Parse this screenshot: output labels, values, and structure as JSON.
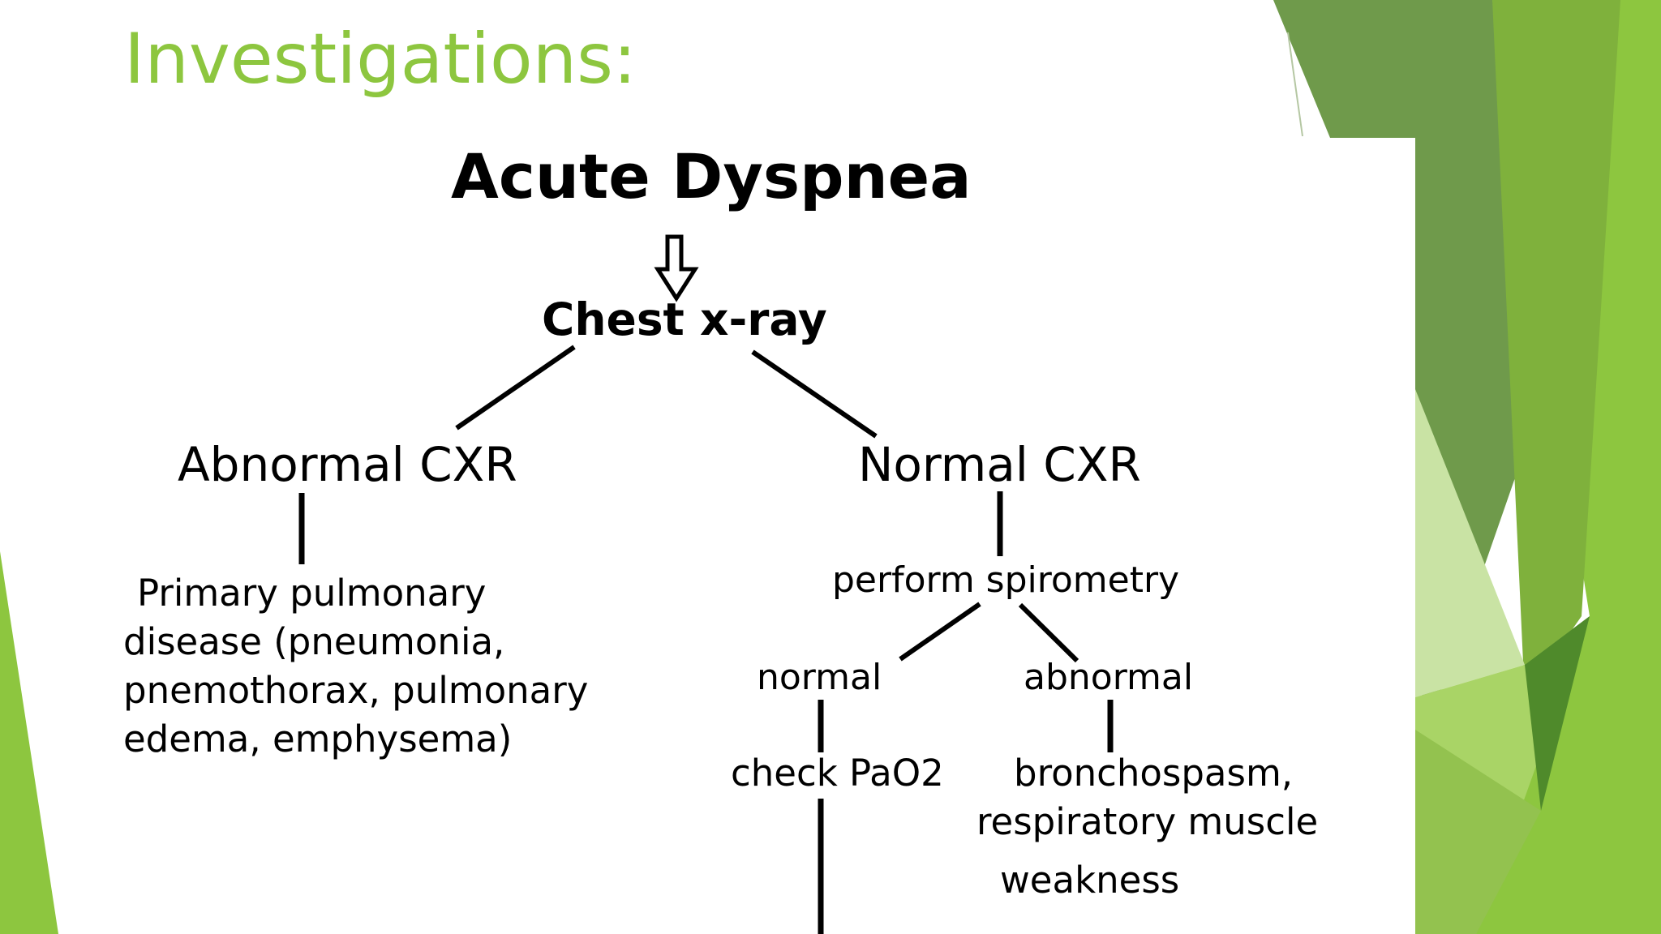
{
  "slide": {
    "title": "Investigations:",
    "title_color": "#8dc63f",
    "accent_colors": [
      "#6e9b49",
      "#8dc63f",
      "#a9d466",
      "#c9e3a4",
      "#4f8a2b"
    ]
  },
  "diagram": {
    "root": "Acute Dyspnea",
    "chest_xray": "Chest x-ray",
    "abnormal_cxr": "Abnormal CXR",
    "primary_pulmonary": [
      "Primary pulmonary",
      "disease (pneumonia,",
      "pnemothorax, pulmonary",
      "edema, emphysema)"
    ],
    "normal_cxr": "Normal CXR",
    "perform_spirometry": "perform spirometry",
    "normal": "normal",
    "abnormal": "abnormal",
    "check_pao2": "check PaO2",
    "bronchospasm": [
      "bronchospasm,",
      "respiratory muscle",
      "weakness"
    ]
  }
}
